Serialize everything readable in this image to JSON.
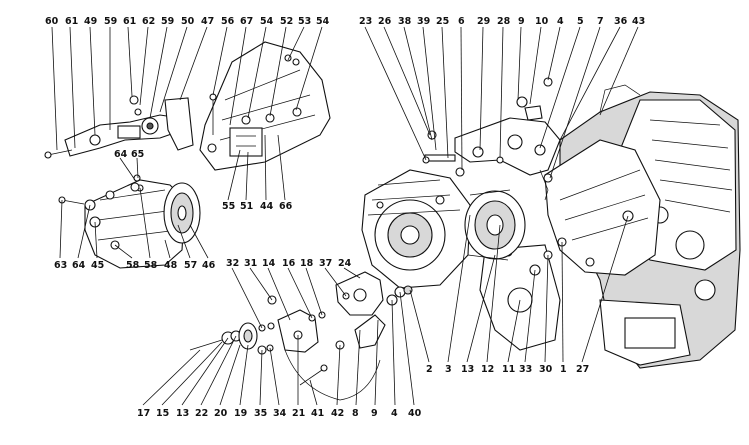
{
  "labels": {
    "l60": "60",
    "l61a": "61",
    "l49": "49",
    "l59a": "59",
    "l61b": "61",
    "l62": "62",
    "l59b": "59",
    "l50": "50",
    "l47": "47",
    "l56": "56",
    "l67": "67",
    "l54a": "54",
    "l52": "52",
    "l53": "53",
    "l54b": "54",
    "l23": "23",
    "l26": "26",
    "l38": "38",
    "l39": "39",
    "l25": "25",
    "l6": "6",
    "l29": "29",
    "l28": "28",
    "l9a": "9",
    "l10": "10",
    "l4a": "4",
    "l5": "5",
    "l7": "7",
    "l36": "36",
    "l43": "43",
    "l64a": "64",
    "l65": "65",
    "l55": "55",
    "l51": "51",
    "l44": "44",
    "l66": "66",
    "l63": "63",
    "l64b": "64",
    "l45": "45",
    "l58a": "58",
    "l58b": "58",
    "l48": "48",
    "l57": "57",
    "l46": "46",
    "l32": "32",
    "l31": "31",
    "l14": "14",
    "l16": "16",
    "l18": "18",
    "l37": "37",
    "l24": "24",
    "l2": "2",
    "l3": "3",
    "l13a": "13",
    "l12": "12",
    "l11": "11",
    "l33": "33",
    "l30": "30",
    "l1": "1",
    "l27": "27",
    "l17": "17",
    "l15": "15",
    "l13b": "13",
    "l22": "22",
    "l20": "20",
    "l19": "19",
    "l35": "35",
    "l34": "34",
    "l21": "21",
    "l41": "41",
    "l42": "42",
    "l8": "8",
    "l9b": "9",
    "l4b": "4",
    "l40": "40"
  }
}
